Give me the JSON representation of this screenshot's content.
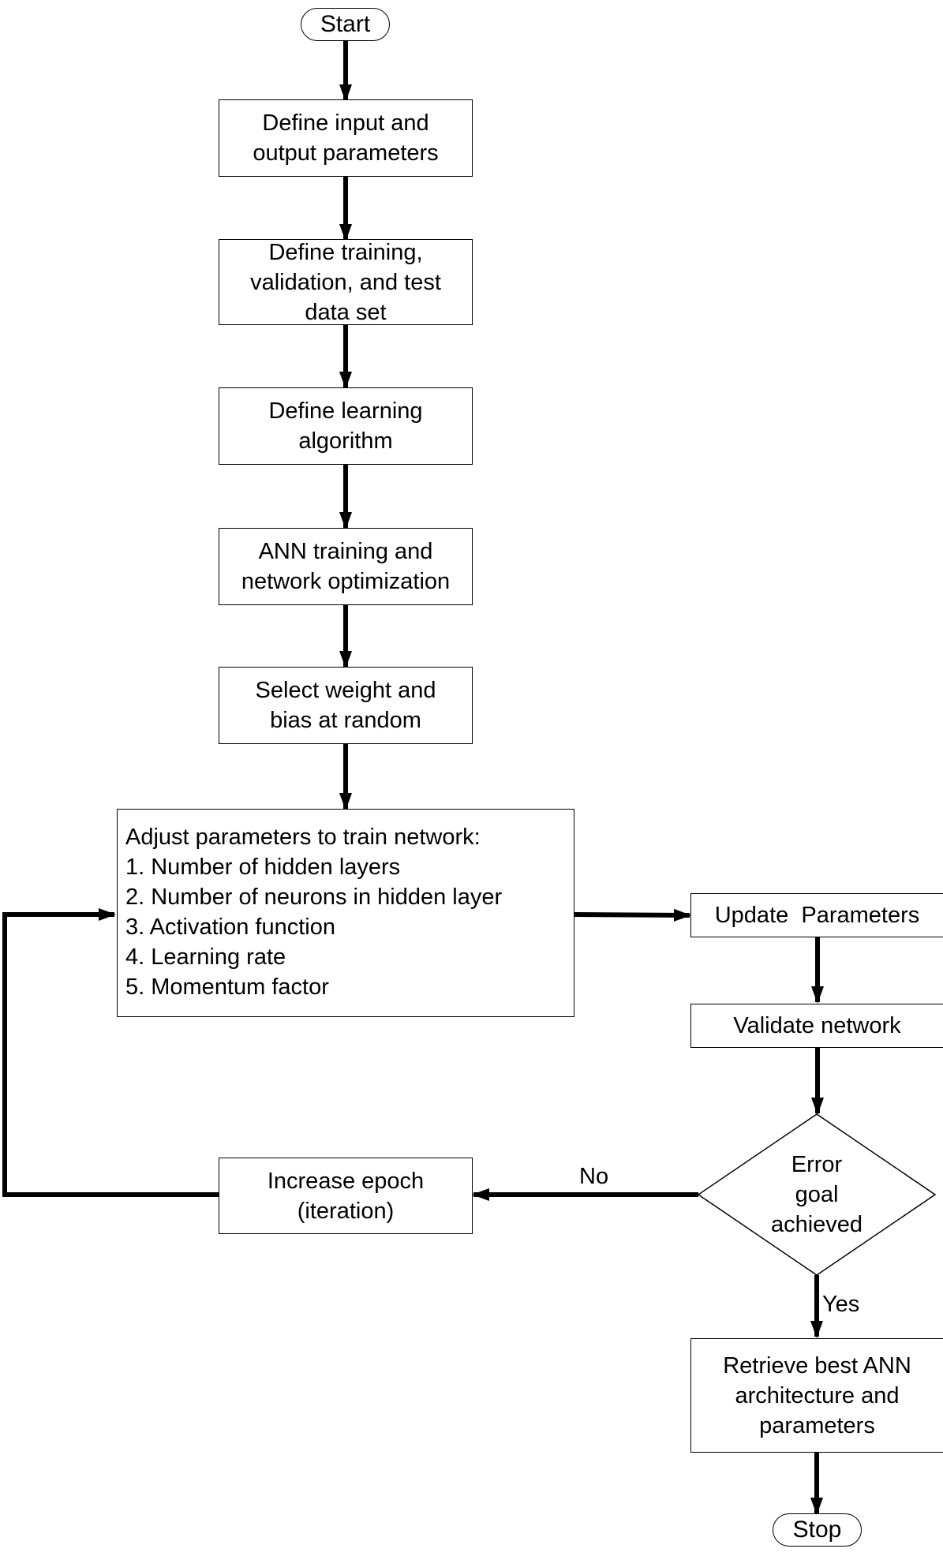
{
  "nodes": {
    "start": "Start",
    "define_io": "Define input and\noutput parameters",
    "define_datasets": "Define training,\nvalidation, and test\ndata set",
    "define_algorithm": "Define learning\nalgorithm",
    "ann_training": "ANN training and\nnetwork optimization",
    "select_weights": "Select weight and\nbias at random",
    "adjust_params": {
      "heading": "Adjust parameters to train network:",
      "items": [
        "1. Number of hidden layers",
        "2. Number of neurons in hidden layer",
        "3. Activation function",
        "4. Learning rate",
        "5. Momentum factor"
      ]
    },
    "update_params": "Update  Parameters",
    "validate_network": "Validate network",
    "decision": "Error\ngoal\nachieved",
    "increase_epoch": "Increase epoch\n(iteration)",
    "retrieve_best": "Retrieve best ANN\narchitecture and\nparameters",
    "stop": "Stop"
  },
  "edges": {
    "no_label": "No",
    "yes_label": "Yes"
  },
  "colors": {
    "line": "#000000",
    "fill": "#ffffff"
  }
}
